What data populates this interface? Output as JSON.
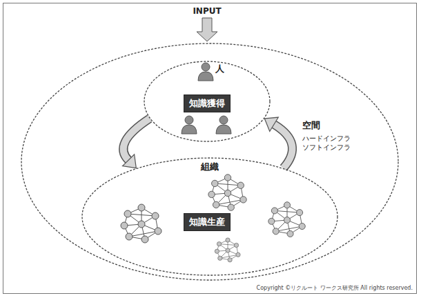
{
  "diagram": {
    "nodes": [
      {
        "text": [
          "空間",
          "ハードインフラ ソフトインフラ"
        ]
      },
      {
        "text": [
          "人"
        ],
        "in": 0
      },
      {
        "text": [
          "知識獲得"
        ],
        "in": 1
      },
      {
        "text": [
          "組織"
        ],
        "in": 0
      },
      {
        "text": [
          "知識生産"
        ],
        "in": 3
      }
    ],
    "edges": [
      {
        "from": 1,
        "to": 3,
        "arrow": "to"
      },
      {
        "from": 3,
        "to": 1,
        "arrow": "to"
      }
    ],
    "labels": [
      "INPUT",
      "Copyright ©リクルート ワークス研究所 All rights reserved."
    ]
  }
}
